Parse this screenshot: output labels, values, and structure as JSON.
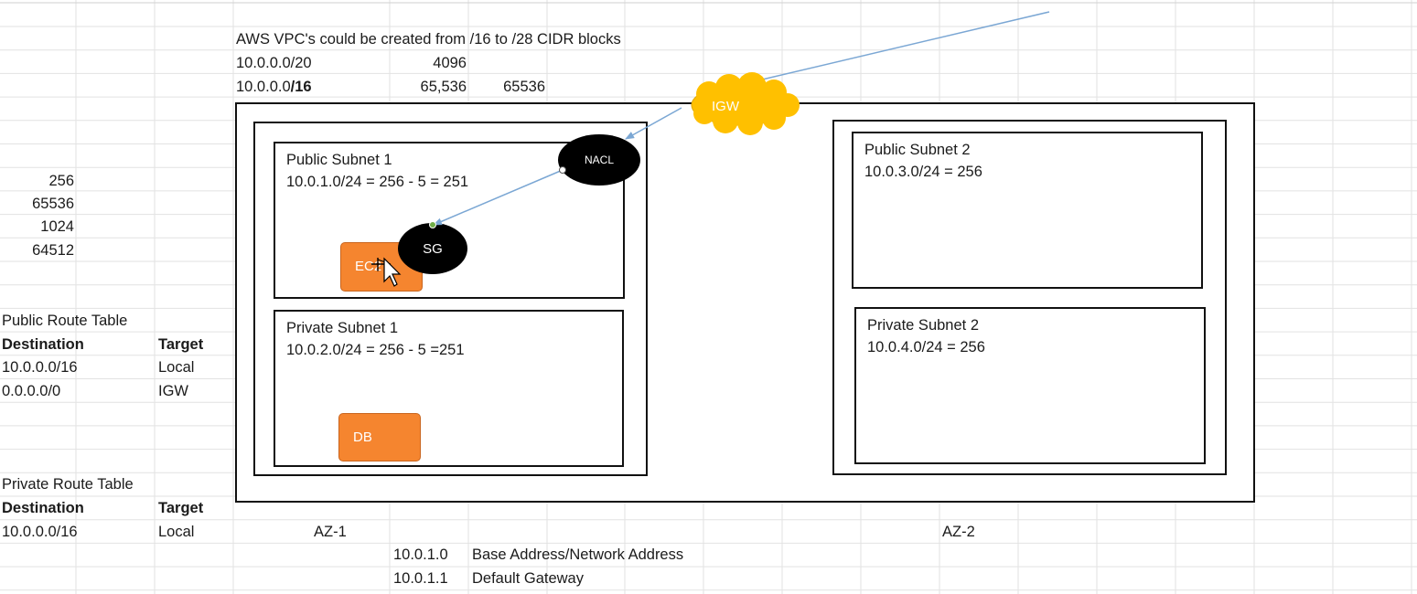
{
  "header_note": {
    "text": "AWS VPC's could be created from /16 to /28 CIDR blocks",
    "row1": {
      "cidr": "10.0.0.0/20",
      "count": "4096"
    },
    "row2": {
      "cidr_base": "10.0.0.0",
      "cidr_suffix": "/16",
      "count": "65,536",
      "count_plain": "65536"
    }
  },
  "side_numbers": [
    "256",
    "65536",
    "1024",
    "64512"
  ],
  "public_route_table": {
    "title": "Public Route Table",
    "col_destination": "Destination",
    "col_target": "Target",
    "rows": [
      {
        "destination": "10.0.0.0/16",
        "target": "Local"
      },
      {
        "destination": "0.0.0.0/0",
        "target": "IGW"
      }
    ]
  },
  "private_route_table": {
    "title": "Private Route Table",
    "col_destination": "Destination",
    "col_target": "Target",
    "rows": [
      {
        "destination": "10.0.0.0/16",
        "target": "Local"
      }
    ]
  },
  "diagram": {
    "igw_label": "IGW",
    "nacl_label": "NACL",
    "sg_label": "SG",
    "ec2_label": "EC2",
    "db_label": "DB",
    "public_subnet_1": {
      "title": "Public Subnet 1",
      "detail": "10.0.1.0/24 = 256 - 5 = 251"
    },
    "private_subnet_1": {
      "title": "Private Subnet 1",
      "detail": "10.0.2.0/24 = 256 - 5 =251"
    },
    "public_subnet_2": {
      "title": "Public Subnet 2",
      "detail": "10.0.3.0/24 = 256"
    },
    "private_subnet_2": {
      "title": "Private Subnet 2",
      "detail": "10.0.4.0/24 = 256"
    },
    "az1_label": "AZ-1",
    "az2_label": "AZ-2"
  },
  "address_notes": [
    {
      "address": "10.0.1.0",
      "desc": "Base Address/Network Address"
    },
    {
      "address": "10.0.1.1",
      "desc": "Default Gateway"
    }
  ],
  "colors": {
    "igw_cloud": "#ffc000",
    "arrow": "#7ba7d4",
    "orange_box": "#f5852f",
    "gridline": "#e2e2e2"
  }
}
